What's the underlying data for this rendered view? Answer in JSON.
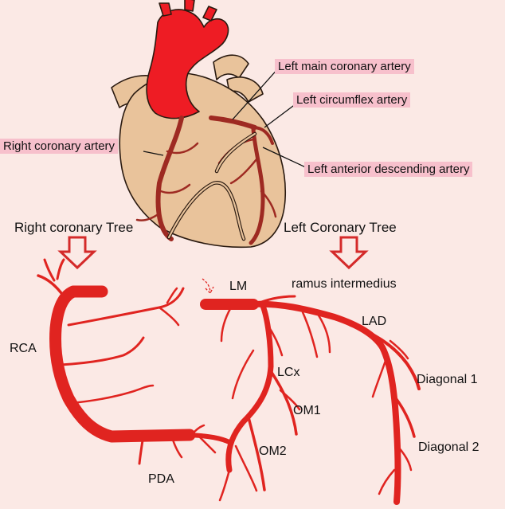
{
  "colors": {
    "background": "#fbe9e5",
    "heart_fill": "#e9c39b",
    "heart_outline": "#2a1a10",
    "aorta": "#ee1c24",
    "coronary_on_heart": "#9e2a22",
    "coronary_tree": "#e02420",
    "callout_bg": "#f7c0cc"
  },
  "heart_labels": {
    "left_main": "Left main coronary artery",
    "left_circumflex": "Left circumflex artery",
    "right_coronary": "Right coronary artery",
    "lad": "Left anterior descending artery"
  },
  "tree_titles": {
    "right": "Right coronary Tree",
    "left": "Left Coronary Tree"
  },
  "branches": {
    "rca": "RCA",
    "pda": "PDA",
    "lm": "LM",
    "ramus": "ramus intermedius",
    "lad": "LAD",
    "lcx": "LCx",
    "om1": "OM1",
    "om2": "OM2",
    "diagonal1": "Diagonal 1",
    "diagonal2": "Diagonal 2"
  },
  "icons": [
    "down-arrow-icon",
    "down-arrow-icon"
  ]
}
